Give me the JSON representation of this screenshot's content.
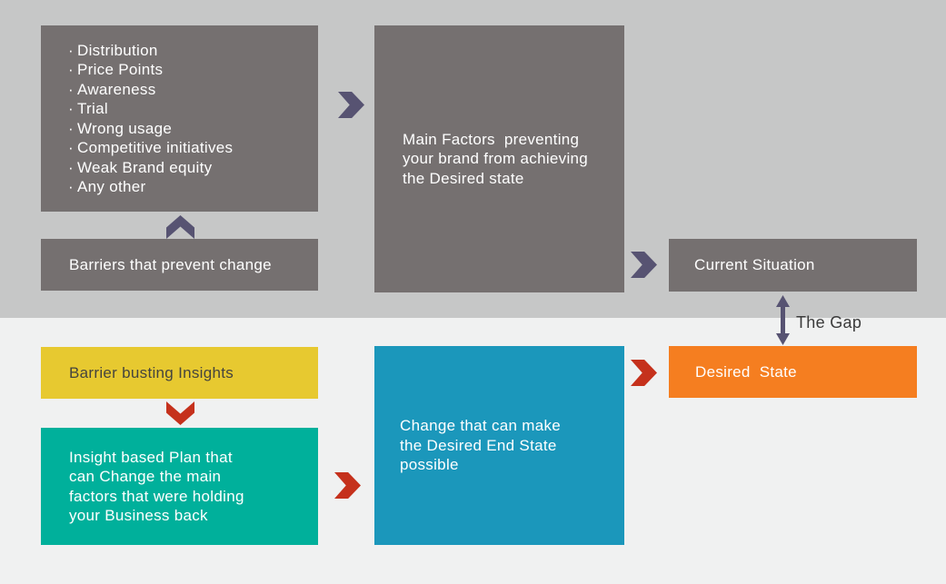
{
  "colors": {
    "top_background": "#c6c7c7",
    "bottom_background": "#f0f1f1",
    "box_gray": "#757070",
    "accent_purple": "#575372",
    "accent_red": "#c5311c",
    "box_orange": "#f57e20",
    "box_yellow": "#e7c930",
    "box_teal": "#00b09b",
    "box_blue": "#1b97bb",
    "text_light": "#ffffff",
    "text_dark": "#45443e"
  },
  "top": {
    "barrier_factors": {
      "items": [
        "Distribution",
        "Price Points",
        "Awareness",
        "Trial",
        "Wrong usage",
        "Competitive initiatives",
        "Weak Brand equity",
        "Any other"
      ]
    },
    "barriers_label": "Barriers that prevent change",
    "main_factors_label": "Main Factors  preventing\nyour brand from achieving\nthe Desired state",
    "current_situation_label": "Current Situation"
  },
  "gap": {
    "label": "The Gap"
  },
  "bottom": {
    "desired_state_label": "Desired  State",
    "insights_label": "Barrier busting Insights",
    "plan_label": "Insight based Plan that\ncan Change the main\nfactors that were holding\nyour Business back",
    "change_label": "Change that can make\nthe Desired End State\npossible"
  }
}
